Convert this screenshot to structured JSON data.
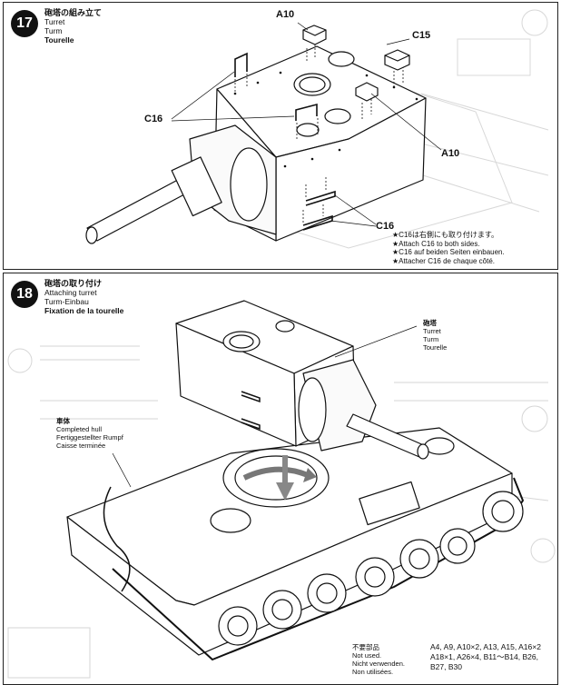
{
  "step17": {
    "number": "17",
    "title_jp": "砲塔の組み立て",
    "title_en": "Turret",
    "title_de": "Turm",
    "title_fr": "Tourelle",
    "labels": {
      "a10_top": "A10",
      "c15": "C15",
      "c16_left": "C16",
      "a10_right": "A10",
      "c16_bottom": "C16"
    },
    "notes": [
      "★C16は右側にも取り付けます。",
      "★Attach C16 to both sides.",
      "★C16 auf beiden Seiten einbauen.",
      "★Attacher C16 de chaque côté."
    ]
  },
  "step18": {
    "number": "18",
    "title_jp": "砲塔の取り付け",
    "title_en": "Attaching turret",
    "title_de": "Turm-Einbau",
    "title_fr": "Fixation de la tourelle",
    "turret_label": {
      "jp": "砲塔",
      "en": "Turret",
      "de": "Turm",
      "fr": "Tourelle"
    },
    "hull_label": {
      "jp": "車体",
      "en": "Completed hull",
      "de": "Fertiggestellter Rumpf",
      "fr": "Caisse terminée"
    },
    "unused": {
      "jp": "不要部品",
      "en": "Not used.",
      "de": "Nicht verwenden.",
      "fr": "Non utilisées.",
      "parts_line1": "A4, A9, A10×2, A13, A15, A16×2",
      "parts_line2": "A18×1, A26×4, B11〜B14, B26,",
      "parts_line3": "B27, B30"
    }
  }
}
